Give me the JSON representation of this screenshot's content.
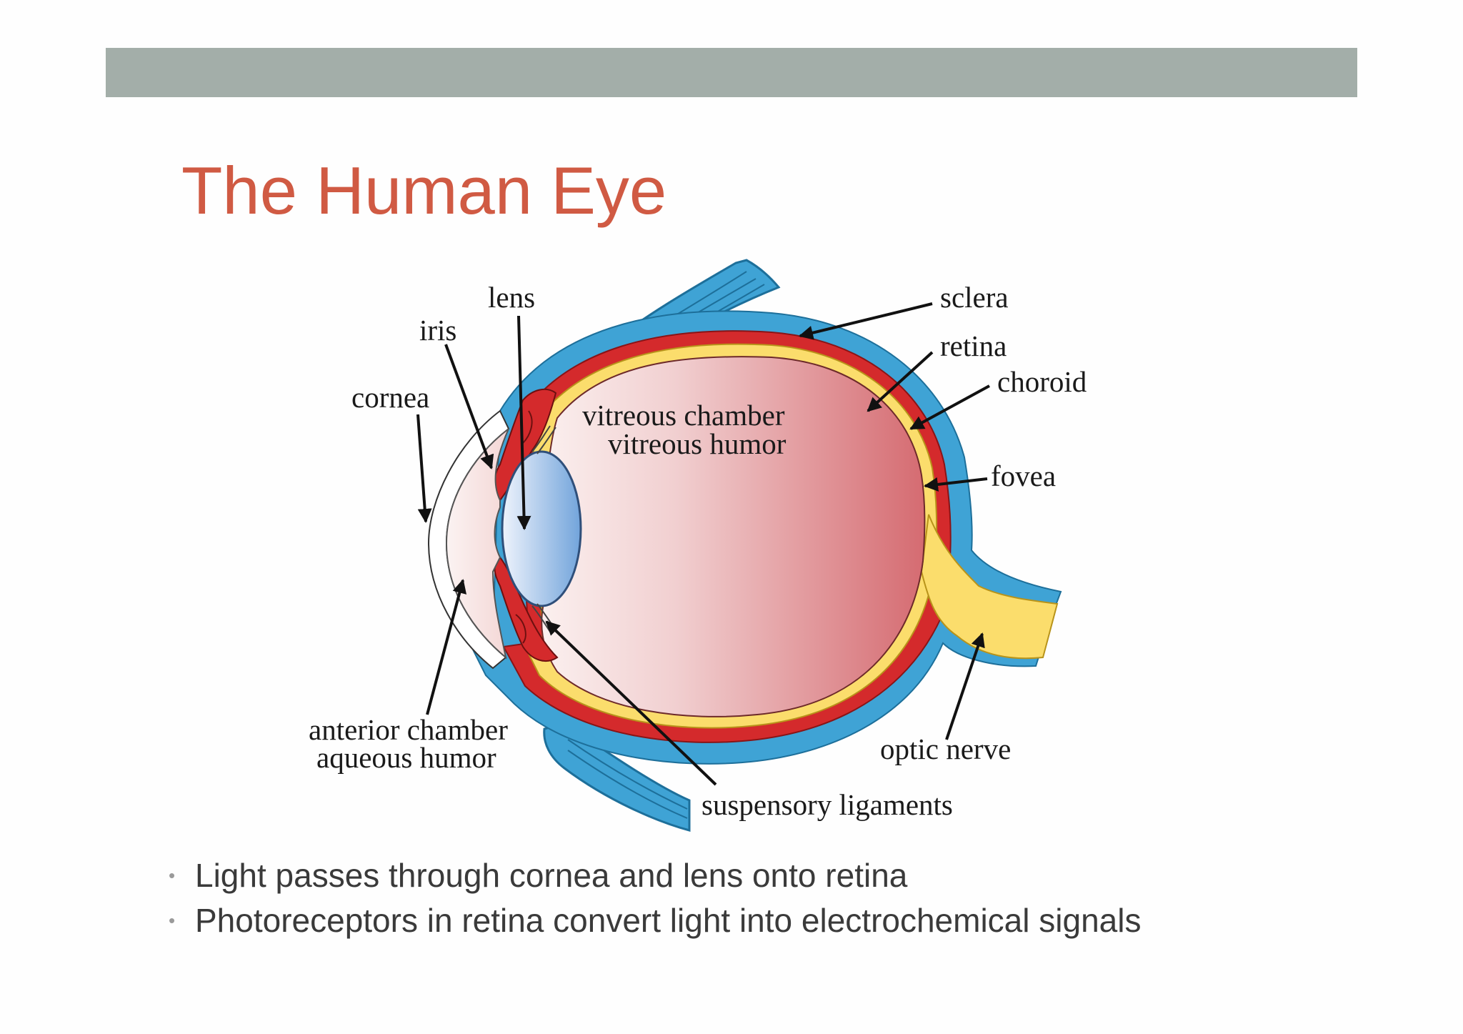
{
  "slide": {
    "title": "The Human Eye"
  },
  "diagram": {
    "labels": {
      "lens": "lens",
      "iris": "iris",
      "cornea": "cornea",
      "sclera": "sclera",
      "retina": "retina",
      "choroid": "choroid",
      "vitreous_chamber": "vitreous chamber",
      "vitreous_humor": "vitreous humor",
      "fovea": "fovea",
      "anterior_chamber": "anterior chamber",
      "aqueous_humor": "aqueous humor",
      "optic_nerve": "optic nerve",
      "suspensory_ligaments": "suspensory ligaments"
    },
    "colors": {
      "sclera": "#3fa3d5",
      "choroid": "#d42a2c",
      "retina": "#fbdd6c",
      "vitreous_light": "#f9e6e6",
      "vitreous_dark": "#d66f73",
      "lens_light": "#e9f0fb",
      "lens_dark": "#78a8dd",
      "muscle": "#3fa3d5"
    }
  },
  "bullets": [
    "Light passes through cornea and lens onto retina",
    "Photoreceptors in retina convert light into electrochemical signals"
  ],
  "theme": {
    "title_color": "#d05a43",
    "bar_color": "#a3aea9",
    "bullet_text_color": "#3a3a3a"
  }
}
